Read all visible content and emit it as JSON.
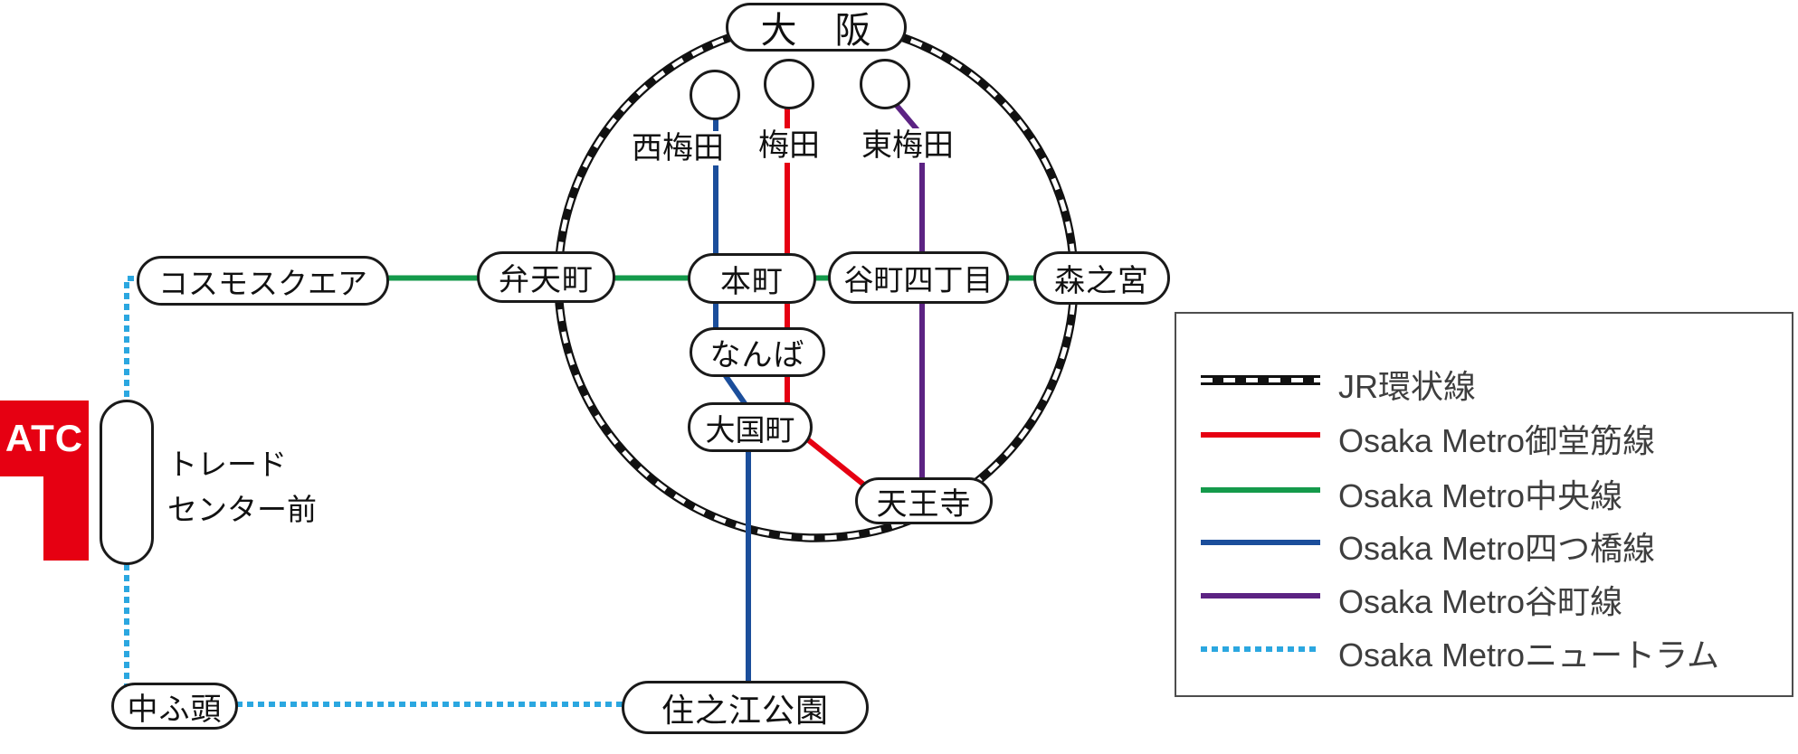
{
  "title": "ATC railway access map",
  "colors": {
    "jr_loop": "#111111",
    "midosuji_red": "#e60012",
    "chuo_green": "#149a4b",
    "yotsubashi_blue": "#1b4e9b",
    "tanimachi_purple": "#5c2383",
    "newtram_lightblue": "#2ba7e0",
    "atc_red": "#e60012"
  },
  "stations": {
    "osaka": "大　阪",
    "cosmosquare": "コスモスクエア",
    "bentencho": "弁天町",
    "hommachi": "本町",
    "tanimachi4chome": "谷町四丁目",
    "morinomiya": "森之宮",
    "namba": "なんば",
    "daikokucho": "大国町",
    "tennoji": "天王寺",
    "suminoekoen": "住之江公園",
    "nakafuto": "中ふ頭",
    "nishiumeda": "西梅田",
    "umeda": "梅田",
    "higashiumeda": "東梅田",
    "tradecenter_line1": "トレード",
    "tradecenter_line2": "センター前"
  },
  "atc": {
    "label": "ATC"
  },
  "legend": {
    "items": [
      {
        "label": "JR環状線",
        "style": "railway",
        "color": "#111111"
      },
      {
        "label": "Osaka Metro御堂筋線",
        "style": "solid",
        "color": "#e60012"
      },
      {
        "label": "Osaka Metro中央線",
        "style": "solid",
        "color": "#149a4b"
      },
      {
        "label": "Osaka Metro四つ橋線",
        "style": "solid",
        "color": "#1b4e9b"
      },
      {
        "label": "Osaka Metro谷町線",
        "style": "solid",
        "color": "#5c2383"
      },
      {
        "label": "Osaka Metroニュートラム",
        "style": "dotted",
        "color": "#2ba7e0"
      }
    ]
  }
}
